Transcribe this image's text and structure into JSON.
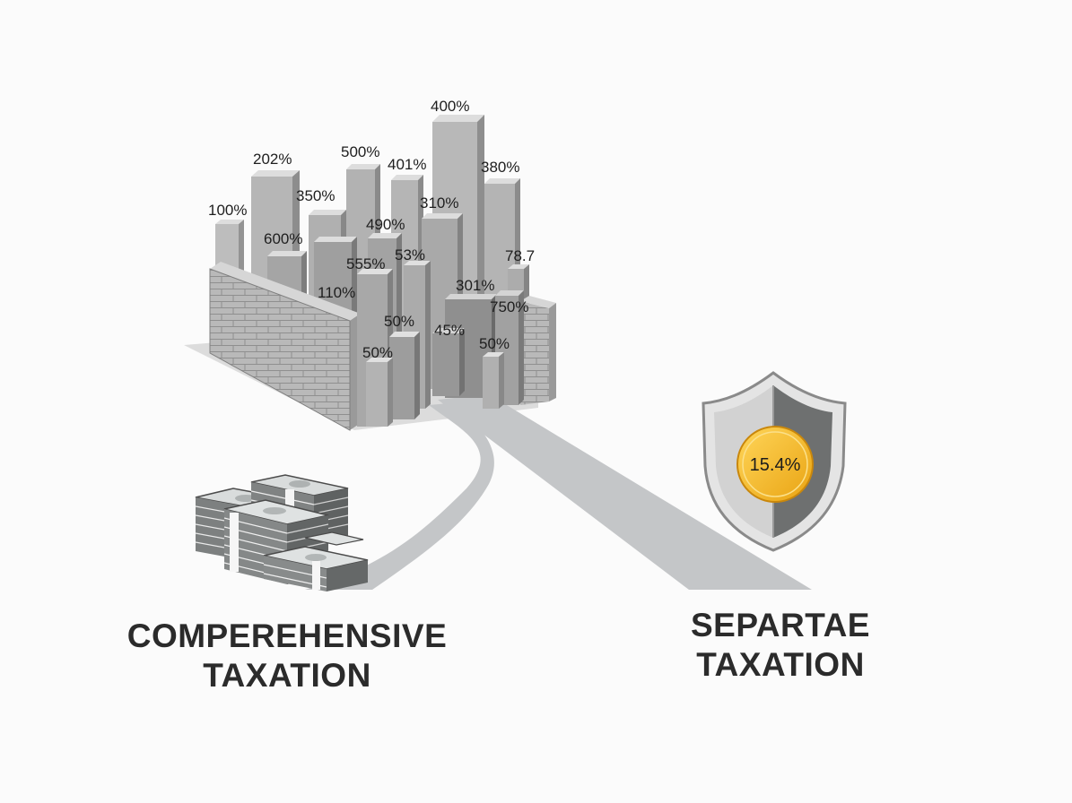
{
  "labels": {
    "comprehensive": [
      "COMPEREHENSIVE",
      "TAXATION"
    ],
    "separate": [
      "SEPARTAE",
      "TAXATION"
    ]
  },
  "shield": {
    "rate": "15.4%"
  },
  "bar_labels": [
    "400%",
    "202%",
    "500%",
    "401%",
    "380%",
    "100%",
    "350%",
    "310%",
    "490%",
    "600%",
    "78.7",
    "555%",
    "53%",
    "110%",
    "301%",
    "750%",
    "50%",
    "45%",
    "50%",
    "50%"
  ],
  "colors": {
    "background": "#fbfbfb",
    "coin": "#f3b81c",
    "text": "#2b2b2b"
  }
}
